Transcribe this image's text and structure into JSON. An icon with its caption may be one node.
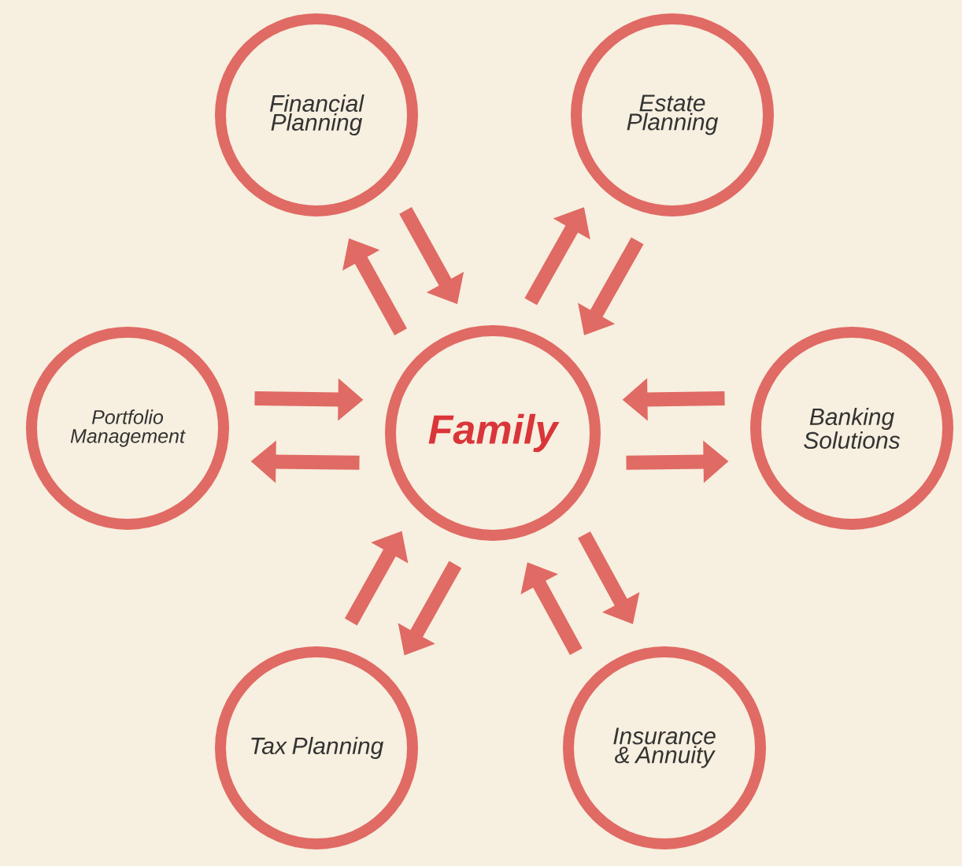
{
  "diagram": {
    "nodes": [
      {
        "text": [
          "Financial Planning"
        ]
      },
      {
        "text": [
          "Estate Planning"
        ]
      },
      {
        "text": [
          "Portfolio Management"
        ]
      },
      {
        "text": [
          "Family"
        ]
      },
      {
        "text": [
          "Banking Solutions"
        ]
      },
      {
        "text": [
          "Tax Planning"
        ]
      },
      {
        "text": [
          "Insurance & Annuity"
        ]
      }
    ],
    "edges": [
      {
        "from": 3,
        "to": 0,
        "arrow": "to"
      },
      {
        "from": 0,
        "to": 3,
        "arrow": "to"
      },
      {
        "from": 3,
        "to": 1,
        "arrow": "to"
      },
      {
        "from": 1,
        "to": 3,
        "arrow": "to"
      },
      {
        "from": 2,
        "to": 3,
        "arrow": "to"
      },
      {
        "from": 3,
        "to": 2,
        "arrow": "to"
      },
      {
        "from": 4,
        "to": 3,
        "arrow": "to"
      },
      {
        "from": 3,
        "to": 4,
        "arrow": "to"
      },
      {
        "from": 3,
        "to": 5,
        "arrow": "to"
      },
      {
        "from": 5,
        "to": 3,
        "arrow": "to"
      },
      {
        "from": 3,
        "to": 6,
        "arrow": "to"
      },
      {
        "from": 6,
        "to": 3,
        "arrow": "to"
      }
    ]
  }
}
